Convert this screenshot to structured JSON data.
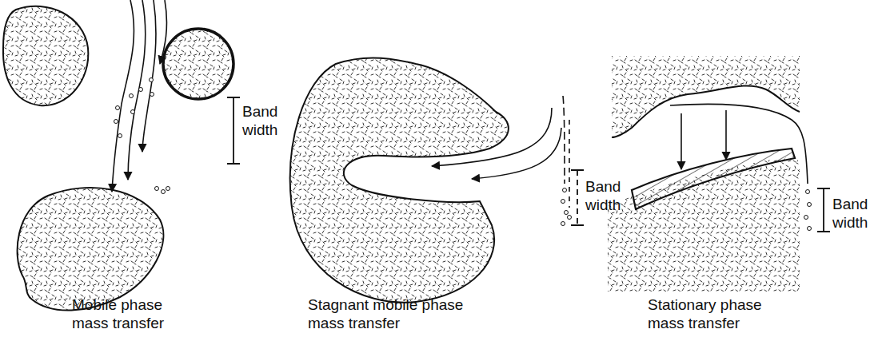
{
  "diagram": {
    "labels": [
      "Band width",
      "Mobile phase mass transfer",
      "Band width",
      "Stagnant mobile phase mass transfer",
      "Band width",
      "Stationary phase mass transfer"
    ]
  }
}
